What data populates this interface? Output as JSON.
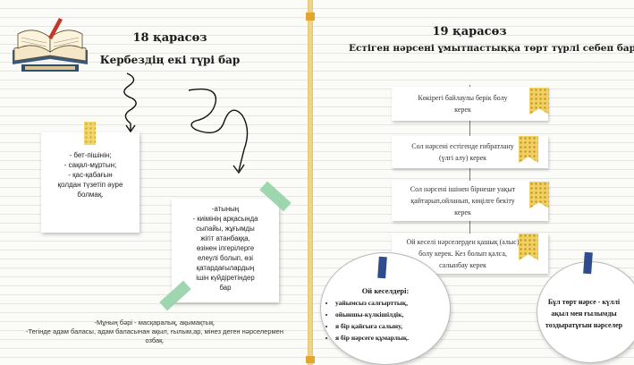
{
  "left": {
    "title": "18 қарасөз",
    "subtitle": "Кербездің екі түрі бар",
    "note1": [
      "- бет-пішінін;",
      "- сақал-мұртын;",
      "- қас-қабағын",
      "қолдан түзетіп әуре",
      "болмақ."
    ],
    "note2": [
      "-атының",
      "- киімінің арқасында",
      "сыпайы, жұғымды",
      "жігіт атанбаққа,",
      "өзінен ілгерілерге",
      "елеулі болып, өзі",
      "қатардағылардың",
      "ішін күйдіретіндер",
      "бар"
    ],
    "bottom_text": [
      "-Мұның бәрі - масқаралық, ақымақтық.",
      "-Тегінде адам баласы, адам баласынан ақыл, ғылым,ар, мінез деген нәрселермен",
      "озбақ."
    ]
  },
  "right": {
    "title": "19 қарасөз",
    "subtitle": "Естіген нәрсені ұмытпастыққа төрт түрлі себеп бар",
    "cards": [
      {
        "lines": [
          "Көкірегі байлаулы берік болу",
          "керек"
        ]
      },
      {
        "lines": [
          "Сол нәрсені естігенде ғибратлану",
          "(үлгі алу) керек"
        ]
      },
      {
        "lines": [
          "Сол нәрсені ішінен бірнеше уақыт",
          "қайтарып,ойланып, көңілге бекіту",
          "керек"
        ]
      },
      {
        "lines": [
          "Ой кеселі нәрселерден қашық (алыс)",
          "болу керек. Кез болып қалса,",
          "салынбау керек"
        ]
      }
    ],
    "circle_left": {
      "heading": "Ой кеселдері:",
      "items": [
        "уайымсыз салғырттық,",
        "ойыншы-күлкішілдік,",
        "я бір қайғыға салыну,",
        "я бір нәрсеге құмарлық."
      ]
    },
    "circle_right": [
      "Бұл төрт нәрсе - күллі",
      "ақыл мен ғылымды",
      "тоздыратұғын нәрселер"
    ]
  }
}
